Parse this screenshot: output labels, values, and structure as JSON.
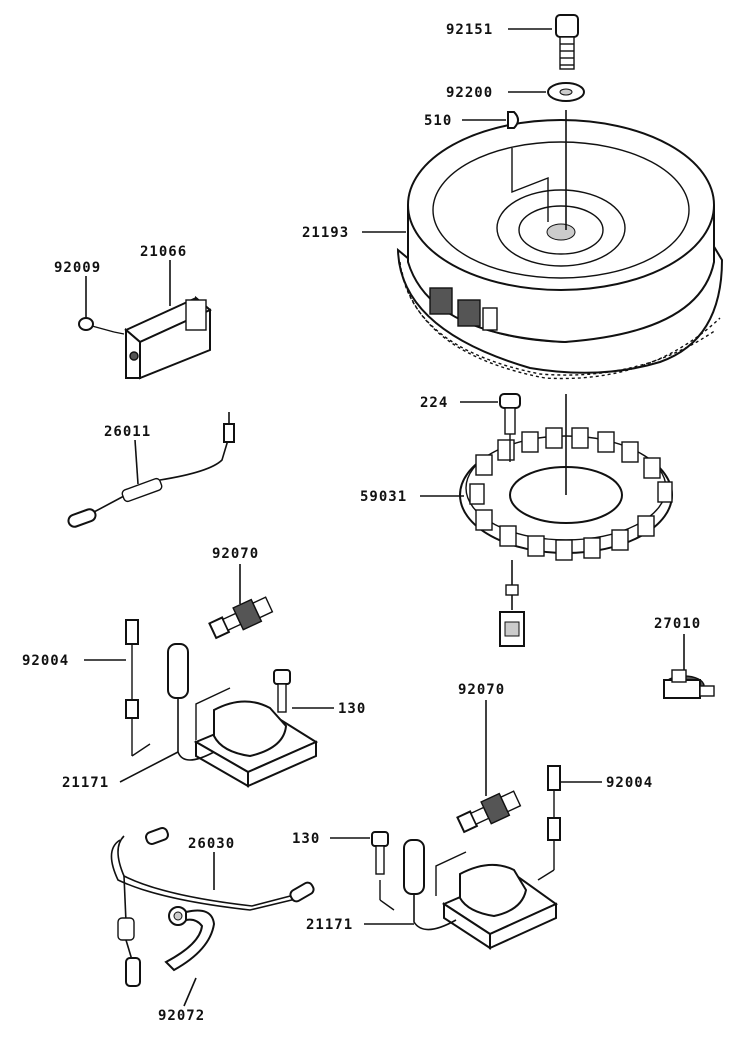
{
  "parts": [
    {
      "id": "92151",
      "label": "92151"
    },
    {
      "id": "92200",
      "label": "92200"
    },
    {
      "id": "510",
      "label": "510"
    },
    {
      "id": "21193",
      "label": "21193"
    },
    {
      "id": "92009",
      "label": "92009"
    },
    {
      "id": "21066",
      "label": "21066"
    },
    {
      "id": "224",
      "label": "224"
    },
    {
      "id": "26011",
      "label": "26011"
    },
    {
      "id": "59031",
      "label": "59031"
    },
    {
      "id": "92070a",
      "label": "92070"
    },
    {
      "id": "27010",
      "label": "27010"
    },
    {
      "id": "92004a",
      "label": "92004"
    },
    {
      "id": "130a",
      "label": "130"
    },
    {
      "id": "92070b",
      "label": "92070"
    },
    {
      "id": "21171a",
      "label": "21171"
    },
    {
      "id": "92004b",
      "label": "92004"
    },
    {
      "id": "130b",
      "label": "130"
    },
    {
      "id": "26030",
      "label": "26030"
    },
    {
      "id": "21171b",
      "label": "21171"
    },
    {
      "id": "92072",
      "label": "92072"
    }
  ]
}
